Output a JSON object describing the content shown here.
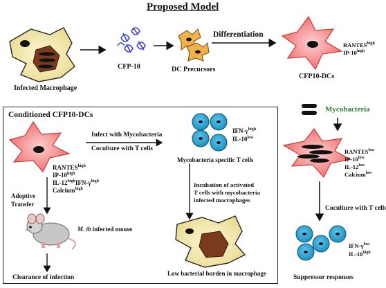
{
  "title": "Proposed Model",
  "top_row": {
    "infected_macrophage": "Infected Macrophage",
    "cfp10": "CFP-10",
    "dc_precursors": "DC Precursors",
    "differentiation": "Differentiation",
    "cfp10_dcs": "CFP10-DCs",
    "rantes": "RANTES",
    "rantes_sup": "high",
    "ip10": "IP-10",
    "ip10_sup": "high"
  },
  "box": {
    "title": "Conditioned CFP10-DCs",
    "infect_line1": "Infect with Mycobacteria",
    "infect_line2": "Coculture with T cells",
    "markers": [
      {
        "name": "RANTES",
        "sup": "high"
      },
      {
        "name": "IP-10",
        "sup": "high"
      },
      {
        "name": "IL-12",
        "sup": "high",
        "name2": "IFN-γ",
        "sup2": "high"
      },
      {
        "name": "Calcium",
        "sup": "high"
      }
    ],
    "tcell_markers": [
      {
        "name": "IFN-γ",
        "sup": "high"
      },
      {
        "name": "IL-10",
        "sup": "low"
      }
    ],
    "tcells_label": "Mycobacteria specific T cells",
    "incubation": [
      "Incubation of activated",
      "T cells with mycobacteria",
      "infected macrophages"
    ],
    "adoptive": [
      "Adoptive",
      "Transfer"
    ],
    "mouse_label_italic": "M. tb",
    "mouse_label_rest": " infected mouse",
    "clearance": "Clearance of infection",
    "low_burden": "Low bacterial burden in macrophage"
  },
  "right": {
    "mycobacteria": "Mycobacteria",
    "markers": [
      {
        "name": "RANTES",
        "sup": "low"
      },
      {
        "name": "IP-10",
        "sup": "low"
      },
      {
        "name": "IL-12",
        "sup": "low"
      },
      {
        "name": "Calcium",
        "sup": "low"
      }
    ],
    "coculture": "Coculture with T cells",
    "tcell_markers": [
      {
        "name": "IFN-γ",
        "sup": "low"
      },
      {
        "name": "IL-10",
        "sup": "high"
      }
    ],
    "suppressor": "Suppressor responses"
  },
  "colors": {
    "dc_fill": "#f26b6b",
    "macrophage_fill": "#eee3a0",
    "nucleus_fill": "#7a3a1c",
    "tcell_fill": "#2aa6d6",
    "precursor_fill": "#f3b14a",
    "antigen_stroke": "#3a3ad0",
    "green_text": "#2e7d32"
  }
}
